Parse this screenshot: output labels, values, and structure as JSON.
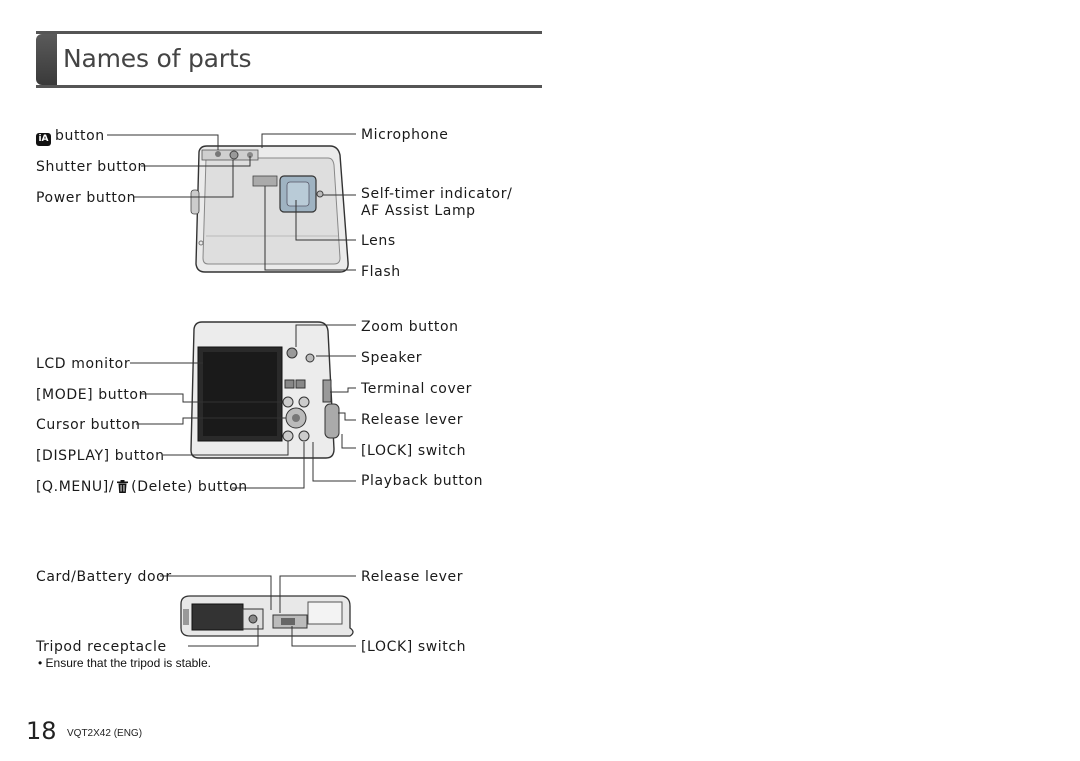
{
  "header": {
    "title": "Names of parts"
  },
  "front": {
    "ia_button": "button",
    "shutter_button": "Shutter button",
    "power_button": "Power button",
    "microphone": "Microphone",
    "self_timer": "Self-timer indicator/",
    "af_assist": "AF Assist Lamp",
    "lens": "Lens",
    "flash": "Flash"
  },
  "back": {
    "lcd_monitor": "LCD monitor",
    "mode_button": "[MODE] button",
    "cursor_button": "Cursor button",
    "display_button": "[DISPLAY] button",
    "qmenu_prefix": "[Q.MENU]/",
    "qmenu_suffix": "(Delete) button",
    "zoom_button": "Zoom button",
    "speaker": "Speaker",
    "terminal_cover": "Terminal cover",
    "release_lever": "Release lever",
    "lock_switch": "[LOCK] switch",
    "playback_button": "Playback button"
  },
  "bottom": {
    "card_battery_door": "Card/Battery door",
    "tripod_receptacle": "Tripod receptacle",
    "release_lever": "Release lever",
    "lock_switch": "[LOCK] switch",
    "note": "• Ensure that the tripod is stable."
  },
  "footer": {
    "page_number": "18",
    "doc_id": "VQT2X42 (ENG)"
  },
  "icons": {
    "ia": "iA-mode-icon",
    "delete": "trash-icon"
  }
}
